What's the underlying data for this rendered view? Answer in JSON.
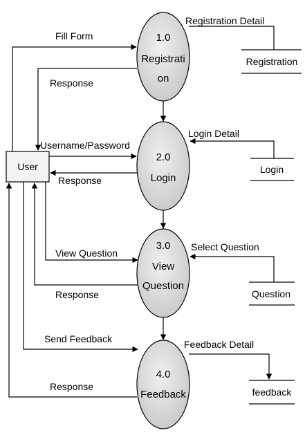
{
  "external_entity": {
    "label": "User"
  },
  "processes": [
    {
      "number": "1.0",
      "name_lines": [
        "Registrati",
        "on"
      ]
    },
    {
      "number": "2.0",
      "name_lines": [
        "Login"
      ]
    },
    {
      "number": "3.0",
      "name_lines": [
        "View",
        "Question"
      ]
    },
    {
      "number": "4.0",
      "name_lines": [
        "Feedback"
      ]
    }
  ],
  "data_stores": [
    {
      "label": "Registration"
    },
    {
      "label": "Login"
    },
    {
      "label": "Question"
    },
    {
      "label": "feedback"
    }
  ],
  "flows": {
    "fill_form": "Fill Form",
    "response_1": "Response",
    "username_password": "Username/Password",
    "response_2": "Response",
    "view_question": "View Question",
    "response_3": "Response",
    "send_feedback": "Send Feedback",
    "response_4": "Response",
    "registration_detail": "Registration Detail",
    "login_detail": "Login Detail",
    "select_question": "Select Question",
    "feedback_detail": "Feedback Detail"
  },
  "colors": {
    "stroke": "#000000",
    "process_fill": "#d9d9d9",
    "entity_fill": "#f2f2f2"
  }
}
